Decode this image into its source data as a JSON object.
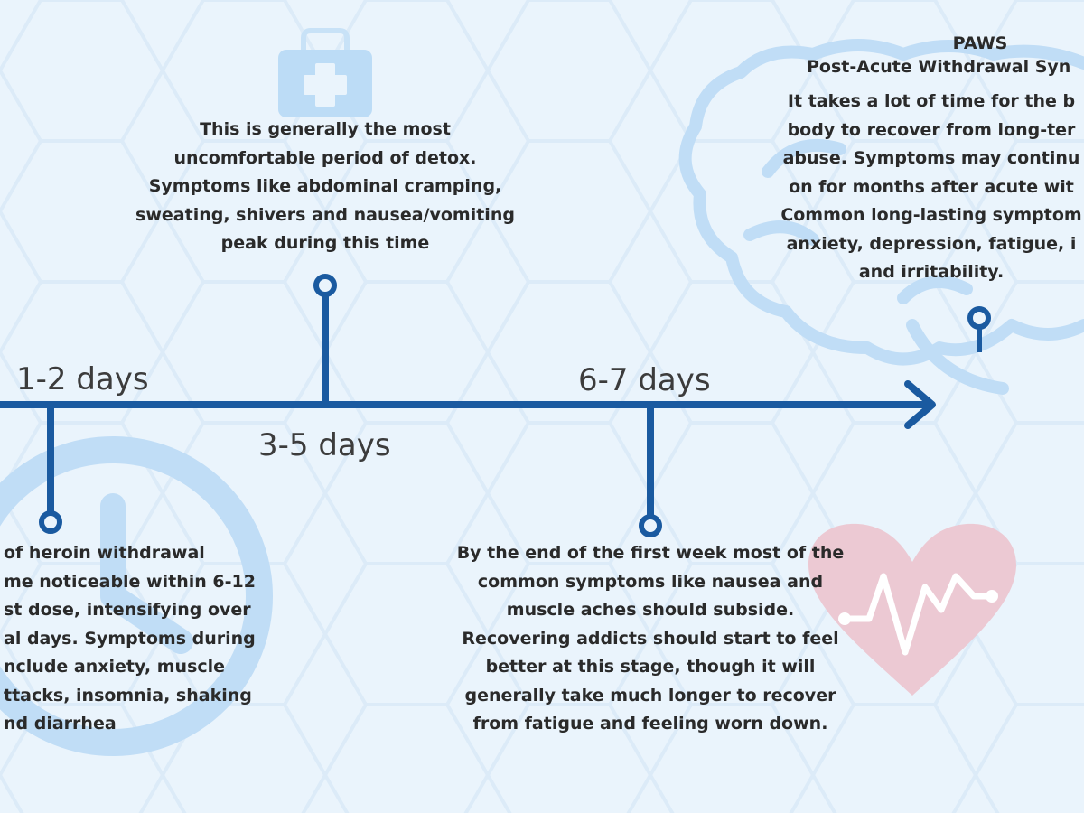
{
  "colors": {
    "timeline": "#1a5aa0",
    "background": "#eaf4fc",
    "hex_pattern": "#dcebf8",
    "icon_blue": "#bcdcf6",
    "heart": "#ecc9d3"
  },
  "icons": {
    "clock": "clock-icon",
    "medical_bag": "medical-bag-icon",
    "brain": "brain-icon",
    "heart": "heart-pulse-icon"
  },
  "stages": [
    {
      "label": "1-2 days",
      "text": "of heroin withdrawal\nme noticeable within 6-12\nst dose, intensifying over\nal days. Symptoms during\nnclude anxiety, muscle\nttacks, insomnia, shaking\nnd diarrhea"
    },
    {
      "label": "3-5 days",
      "text": "This is generally the most\nuncomfortable period of detox.\nSymptoms like abdominal cramping,\nsweating, shivers and nausea/vomiting\npeak during this time"
    },
    {
      "label": "6-7 days",
      "text": "By the end of the first week most of the\ncommon symptoms like nausea and\nmuscle aches should subside.\nRecovering addicts should start to feel\nbetter at this stage, though it will\ngenerally take much longer to recover\nfrom fatigue and feeling worn down."
    },
    {
      "title": "PAWS",
      "subtitle": "Post-Acute Withdrawal Syn",
      "text": "It takes a lot of time for the b\nbody to recover from long-ter\nabuse.  Symptoms  may continu\non for months after acute wit\nCommon long-lasting symptom\nanxiety, depression, fatigue, i\nand irritability."
    }
  ]
}
